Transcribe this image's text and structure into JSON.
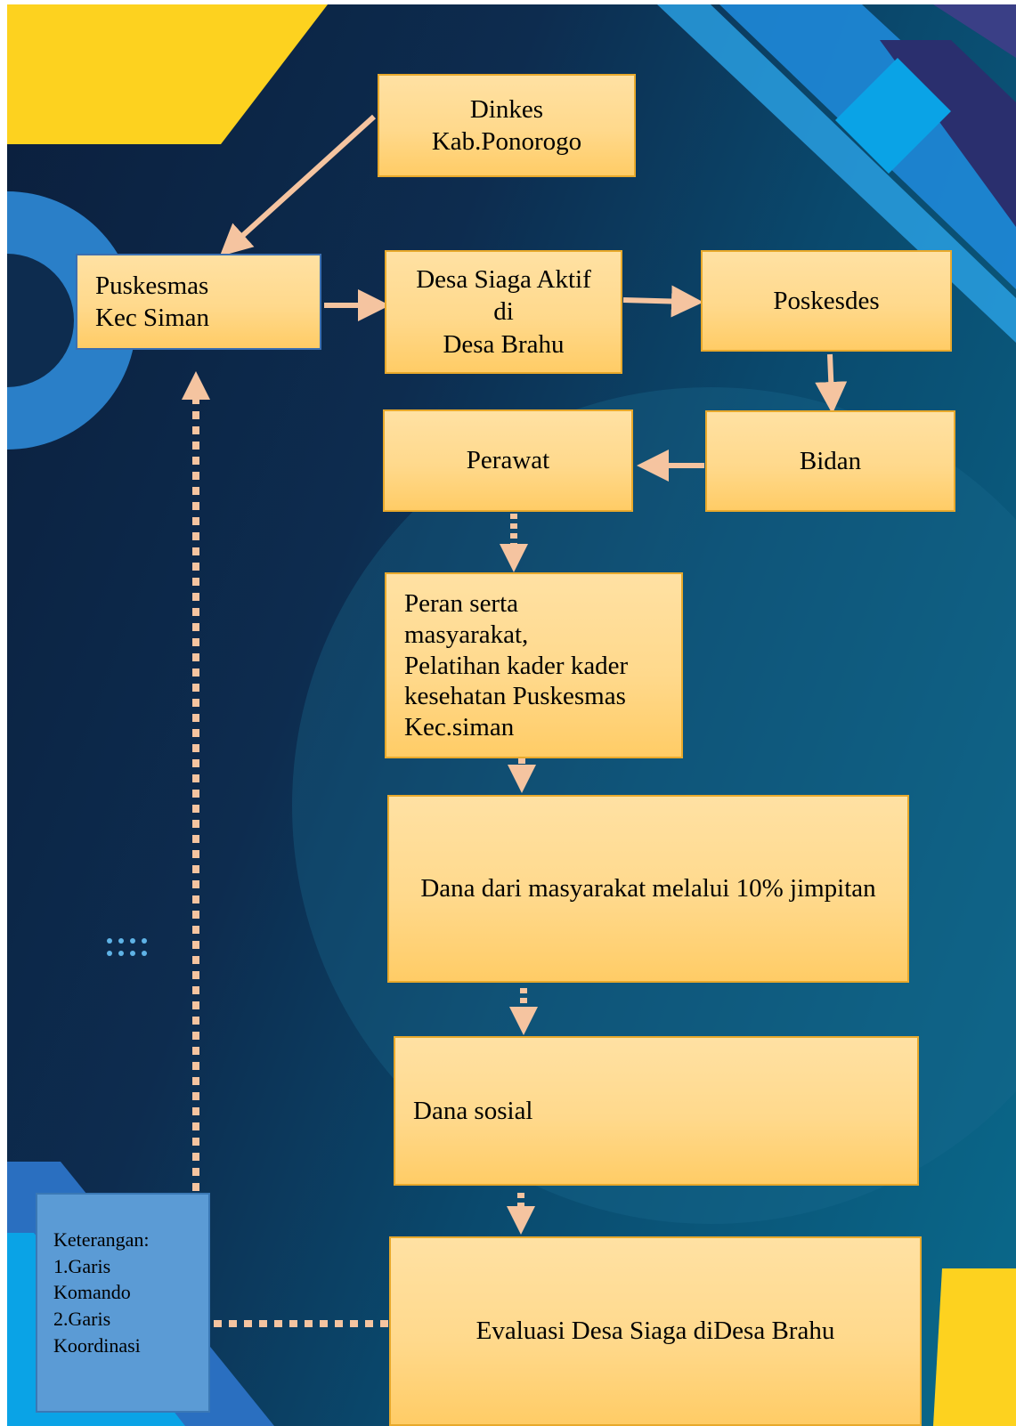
{
  "diagram": {
    "nodes": {
      "dinkes": "Dinkes\nKab.Ponorogo",
      "puskesmas": "Puskesmas\nKec Siman",
      "desa_siaga": "Desa Siaga Aktif\ndi\nDesa Brahu",
      "poskesdes": "Poskesdes",
      "perawat": "Perawat",
      "bidan": "Bidan",
      "peran_serta": "Peran serta\nmasyarakat,\nPelatihan kader kader\nkesehatan Puskesmas\nKec.siman",
      "dana_masyarakat": "Dana dari masyarakat melalui 10% jimpitan",
      "dana_sosial": "Dana sosial",
      "evaluasi": "Evaluasi Desa Siaga diDesa Brahu"
    },
    "edges": [
      {
        "from": "dinkes",
        "to": "puskesmas",
        "type": "komando"
      },
      {
        "from": "puskesmas",
        "to": "desa_siaga",
        "type": "komando"
      },
      {
        "from": "desa_siaga",
        "to": "poskesdes",
        "type": "komando"
      },
      {
        "from": "poskesdes",
        "to": "bidan",
        "type": "komando"
      },
      {
        "from": "bidan",
        "to": "perawat",
        "type": "komando"
      },
      {
        "from": "perawat",
        "to": "peran_serta",
        "type": "koordinasi"
      },
      {
        "from": "peran_serta",
        "to": "dana_masyarakat",
        "type": "koordinasi"
      },
      {
        "from": "dana_masyarakat",
        "to": "dana_sosial",
        "type": "koordinasi"
      },
      {
        "from": "dana_sosial",
        "to": "evaluasi",
        "type": "koordinasi"
      },
      {
        "from": "evaluasi",
        "to": "puskesmas",
        "type": "koordinasi"
      }
    ],
    "legend": {
      "title": "Keterangan:",
      "item1_a": "1.Garis",
      "item1_b": "Komando",
      "item2_a": "2.Garis",
      "item2_b": "Koordinasi"
    }
  },
  "colors": {
    "arrow": "#f5c4a0",
    "box_fill": "#ffd98c",
    "box_border": "#e8a92c",
    "legend_fill": "#5b9bd5",
    "accent_yellow": "#fdd21f",
    "accent_blue": "#0aa3e6"
  }
}
